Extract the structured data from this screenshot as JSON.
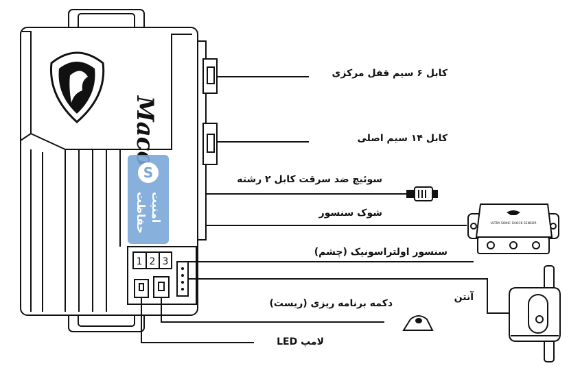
{
  "labels": {
    "central_lock_cable": "کابل ۶ سیم قفل مرکزی",
    "main_cable": "کابل ۱۴ سیم اصلی",
    "anti_theft_switch": "سوئیچ ضد سرقت کابل ۲ رشته",
    "shock_sensor": "شوک سنسور",
    "ultrasonic_sensor": "سنسور اولتراسونیک (چشم)",
    "antenna": "آنتن",
    "program_button": "دکمه برنامه ریزی  (ریست)",
    "led_lamp": "لامپ  LED"
  },
  "connectors": {
    "slot1": "1",
    "slot2": "2",
    "slot3": "3"
  },
  "brand": {
    "logo_text": "Maco",
    "side_badge_line1": "حفاظت",
    "side_badge_line2": "امنیت"
  },
  "sensor_plate_text": "ULTRA SONIC SHOCK SENSOR",
  "colors": {
    "line": "#111111",
    "badge": "#7aa7d8",
    "background": "#ffffff"
  }
}
